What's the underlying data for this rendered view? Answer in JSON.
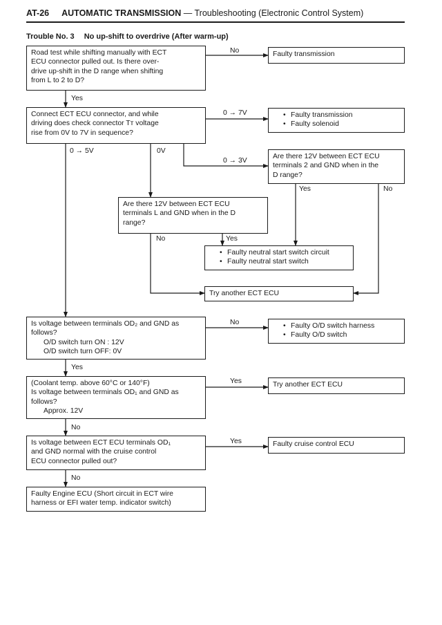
{
  "header": {
    "code": "AT-26",
    "section": "AUTOMATIC TRANSMISSION",
    "subtitle": " — Troubleshooting (Electronic Control System)"
  },
  "trouble": {
    "number": "Trouble No. 3",
    "title": "No up-shift to overdrive (After warm-up)"
  },
  "boxes": {
    "q1": [
      "Road test while shifting manually with ECT",
      "ECU connector pulled out.  Is there over-",
      "drive up-shift in the D range when shifting",
      "from L to 2 to D?"
    ],
    "r1": "Faulty transmission",
    "q2": [
      "Connect ECT ECU connector, and while",
      "driving does check connector Tᴛ voltage",
      "rise from 0V to 7V in sequence?"
    ],
    "r2": [
      "Faulty transmission",
      "Faulty solenoid"
    ],
    "q3": [
      "Are there 12V between ECT ECU",
      "terminals 2 and GND when in the",
      "D range?"
    ],
    "q4": [
      "Are there 12V between ECT ECU",
      "terminals L and GND when in the D",
      "range?"
    ],
    "r3": [
      "Faulty neutral start switch circuit",
      "Faulty neutral start switch"
    ],
    "r4": "Try another ECT ECU",
    "q5": [
      "Is voltage between terminals OD₂ and GND as",
      "follows?",
      "O/D switch turn ON  :  12V",
      "O/D switch turn OFF:   0V"
    ],
    "r5": [
      "Faulty O/D switch harness",
      "Faulty O/D switch"
    ],
    "q6": [
      "(Coolant temp. above 60°C or 140°F)",
      "Is voltage between terminals OD₁ and GND as",
      "follows?",
      "Approx.  12V"
    ],
    "r6": "Try another ECT ECU",
    "q7": [
      "Is voltage between ECT ECU terminals OD₁",
      "and GND normal with the cruise control",
      "ECU connector pulled out?"
    ],
    "r7": "Faulty cruise control ECU",
    "r8": [
      "Faulty Engine ECU (Short circuit in ECT wire",
      "harness or EFI water temp. indicator switch)"
    ]
  },
  "labels": {
    "no1": "No",
    "yes1": "Yes",
    "v07": "0 → 7V",
    "v05": "0 → 5V",
    "v0": "0V",
    "v03": "0 → 3V",
    "yes_q3": "Yes",
    "no_q3": "No",
    "no_q4": "No",
    "yes_q4": "Yes",
    "no_q5": "No",
    "yes_q5": "Yes",
    "yes_q6": "Yes",
    "no_q6": "No",
    "yes_q7": "Yes",
    "no_q7": "No"
  }
}
